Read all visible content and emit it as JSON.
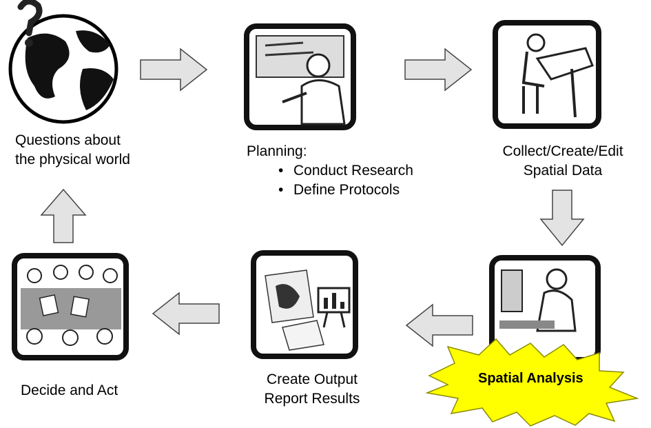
{
  "steps": {
    "questions": {
      "line1": "Questions about",
      "line2": "the physical world"
    },
    "planning": {
      "title": "Planning:",
      "bullets": [
        "Conduct Research",
        "Define Protocols"
      ]
    },
    "collect": {
      "line1": "Collect/Create/Edit",
      "line2": "Spatial Data"
    },
    "analysis": {
      "label": "Spatial Analysis"
    },
    "output": {
      "line1": "Create Output",
      "line2": "Report Results"
    },
    "decide": {
      "label": "Decide and Act"
    }
  },
  "colors": {
    "arrow_fill": "#e3e3e3",
    "burst_fill": "#ffff00",
    "frame": "#111111"
  },
  "icons": [
    "globe-question-icon",
    "presenter-icon",
    "drafting-icon",
    "computer-user-icon",
    "map-report-icon",
    "meeting-icon"
  ]
}
